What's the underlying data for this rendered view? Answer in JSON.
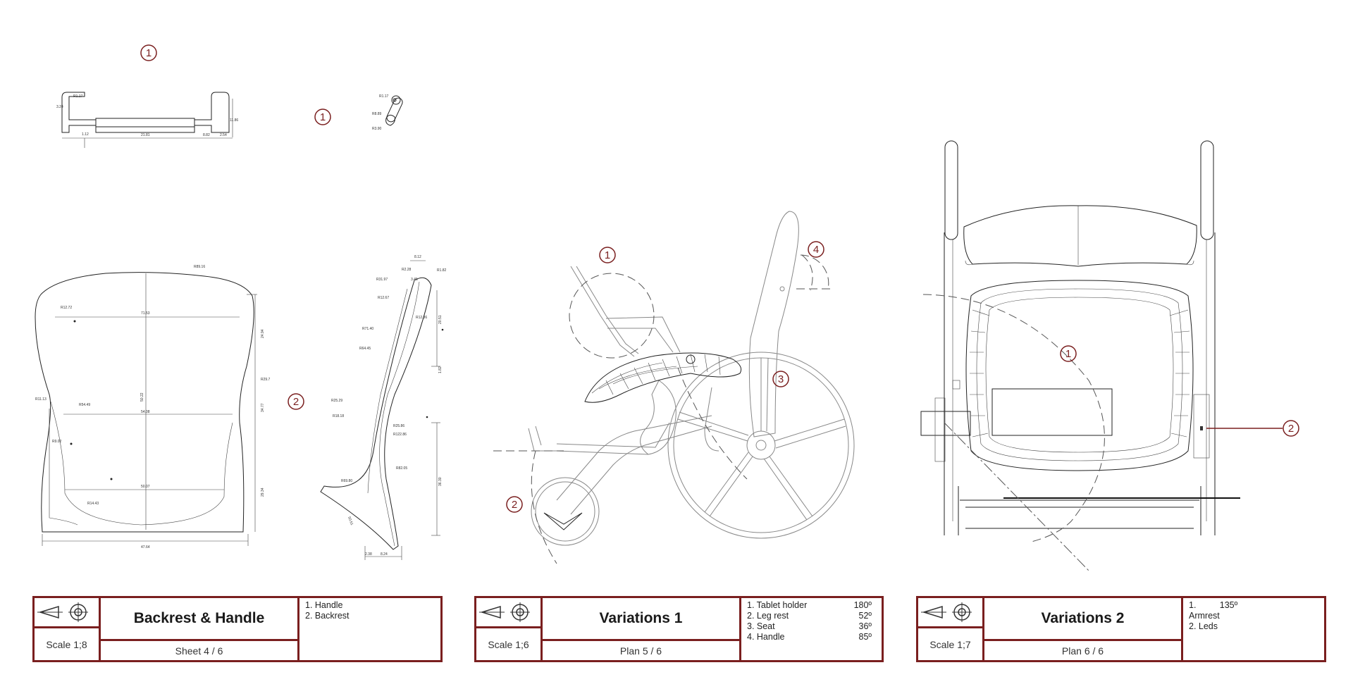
{
  "sheets": [
    {
      "title": "Backrest & Handle",
      "scale": "Scale 1;8",
      "sheet": "Sheet 4 / 6",
      "items": [
        {
          "label": "1. Handle",
          "value": ""
        },
        {
          "label": "2. Backrest",
          "value": ""
        }
      ]
    },
    {
      "title": "Variations 1",
      "scale": "Scale 1;6",
      "sheet": "Plan 5 / 6",
      "items": [
        {
          "label": "1. Tablet holder",
          "value": "180º"
        },
        {
          "label": "2. Leg rest",
          "value": "52º"
        },
        {
          "label": "3. Seat",
          "value": "36º"
        },
        {
          "label": "4. Handle",
          "value": "85º"
        }
      ]
    },
    {
      "title": "Variations 2",
      "scale": "Scale 1;7",
      "sheet": "Plan 6 / 6",
      "items": [
        {
          "label": "1. Armrest",
          "value": "135º"
        },
        {
          "label": "2. Leds",
          "value": ""
        }
      ]
    }
  ],
  "callouts": {
    "handle_top": "1",
    "handle_side": "1",
    "backrest": "2",
    "v1_tablet": "1",
    "v1_legrest": "2",
    "v1_seat": "3",
    "v1_handle": "4",
    "v2_armrest": "1",
    "v2_leds": "2"
  },
  "dimensions": {
    "handle_top": [
      "R1.17",
      "3.24",
      "21.81",
      "8.82",
      "2.54",
      "11.86",
      "1.12"
    ],
    "handle_side": [
      "R1.17",
      "R8.89",
      "R3.90"
    ],
    "backrest_front": [
      "R89.16",
      "R12.72",
      "71.53",
      "R29.7",
      "R11.13",
      "R54.49",
      "50.22",
      "R9.02",
      "54.08",
      "R14.43",
      "50.07",
      "24.94",
      "34.77",
      "29.34",
      "47.64"
    ],
    "backrest_side": [
      "8.12",
      "R2.28",
      "R1.82",
      "R31.97",
      "R12.67",
      "R12.36",
      "R71.40",
      "R64.45",
      "R25.29",
      "R18.18",
      "R25.86",
      "R122.86",
      "R82.05",
      "R69.80",
      "50.51",
      "2.38",
      "8.24",
      "3.45",
      "20.51",
      "1.82",
      "36.30"
    ]
  },
  "colors": {
    "accent": "#7a1f1f",
    "line": "#222222"
  }
}
